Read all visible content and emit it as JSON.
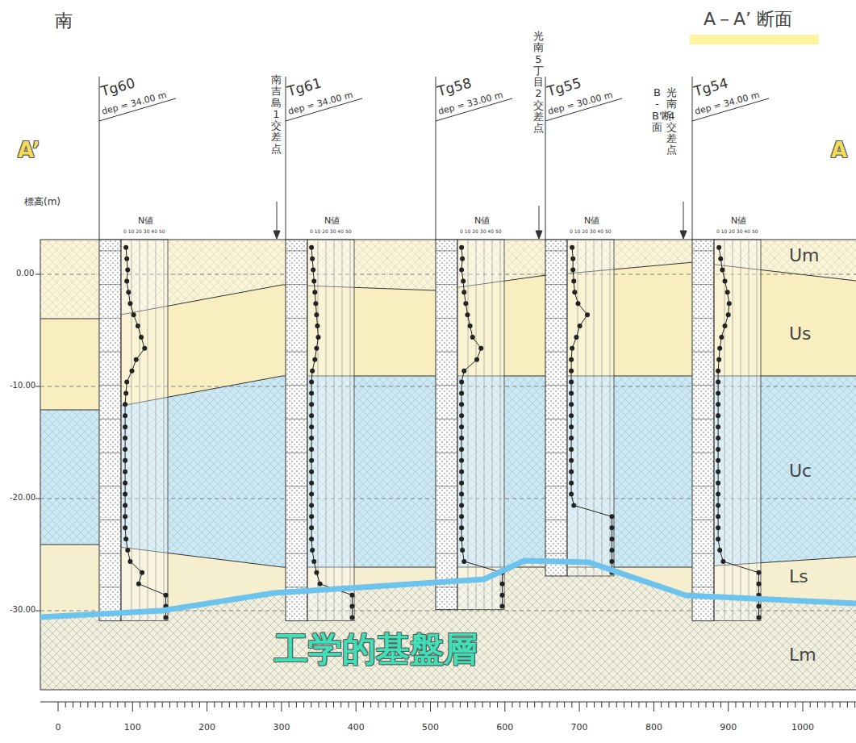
{
  "diagram": {
    "title": "A－A’ 断面",
    "labels": [
      "南",
      "A’",
      "A",
      "標高(m)",
      "0.00",
      "-10.00",
      "-20.00",
      "-30.00",
      "Tg60",
      "dep = 34.00 m",
      "Tg61",
      "dep = 34.00 m",
      "Tg58",
      "dep = 33.00 m",
      "Tg55",
      "dep = 30.00 m",
      "Tg54",
      "dep = 34.00 m",
      "南吉島1交差点",
      "光南5丁目2交差点",
      "B-B'断面",
      "光南4交差点",
      "Um",
      "Us",
      "Uc",
      "Ls",
      "Lm",
      "工学的基盤層",
      "N値",
      "0 10 20 30 40 50",
      "N値",
      "0 10 20 30 40 50",
      "N値",
      "0 10 20 30 40 50",
      "N値",
      "0 10 20 30 40 50",
      "N値",
      "0 10 20 30 40 50",
      "0",
      "100",
      "200",
      "300",
      "400",
      "500",
      "600",
      "700",
      "800",
      "900",
      "1000"
    ]
  }
}
